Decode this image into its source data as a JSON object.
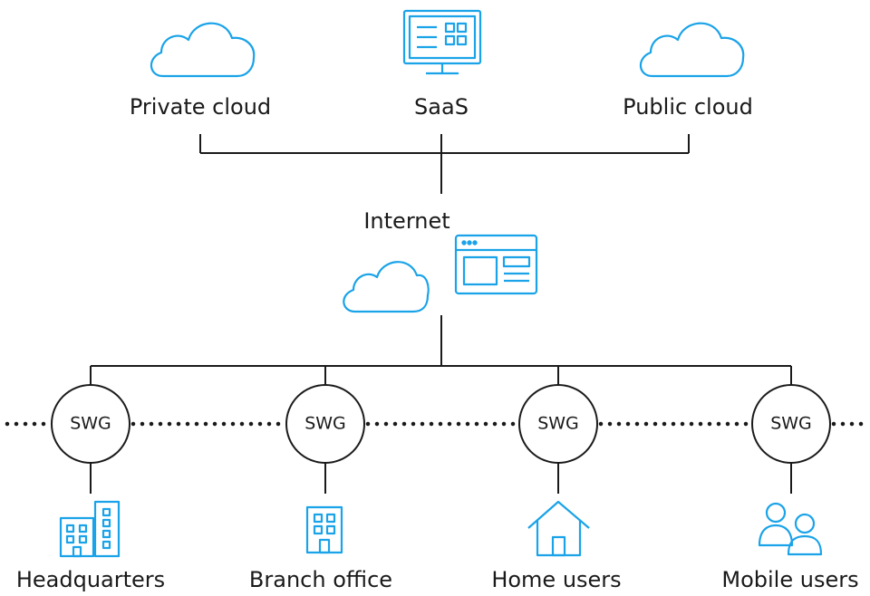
{
  "top_resources": [
    {
      "label": "Private cloud",
      "icon": "cloud-icon"
    },
    {
      "label": "SaaS",
      "icon": "monitor-dashboard-icon"
    },
    {
      "label": "Public cloud",
      "icon": "cloud-icon"
    }
  ],
  "internet": {
    "label": "Internet",
    "icons": [
      "cloud-icon",
      "browser-window-icon"
    ]
  },
  "gateways": [
    {
      "label": "SWG"
    },
    {
      "label": "SWG"
    },
    {
      "label": "SWG"
    },
    {
      "label": "SWG"
    }
  ],
  "sites": [
    {
      "label": "Headquarters",
      "icon": "office-buildings-icon"
    },
    {
      "label": "Branch office",
      "icon": "office-building-icon"
    },
    {
      "label": "Home users",
      "icon": "house-icon"
    },
    {
      "label": "Mobile users",
      "icon": "users-icon"
    }
  ],
  "colors": {
    "icon": "#1aa3e8",
    "line": "#1a1a1a"
  }
}
